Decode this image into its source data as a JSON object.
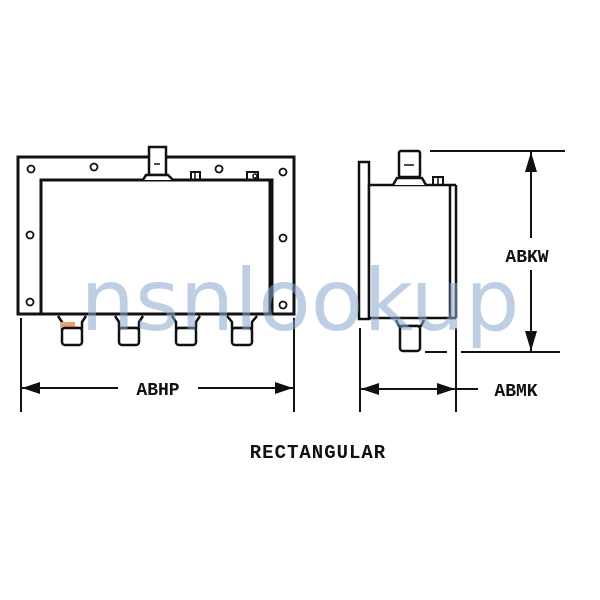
{
  "diagram": {
    "caption": "RECTANGULAR",
    "dimensions": {
      "width_front": "ABHP",
      "height_side": "ABKW",
      "depth_side": "ABMK"
    },
    "views": [
      "front-view",
      "side-view"
    ],
    "front_view": {
      "connectors_bottom_count": 4,
      "connector_top_count": 1,
      "mounting_holes_count": 9
    },
    "side_view": {
      "connectors_top_count": 1,
      "connectors_bottom_count": 1
    },
    "colors": {
      "line": "#111111",
      "watermark": "#8aa9cf",
      "highlight": "#e8a070"
    }
  },
  "watermark": {
    "text": "nsnlookup"
  }
}
